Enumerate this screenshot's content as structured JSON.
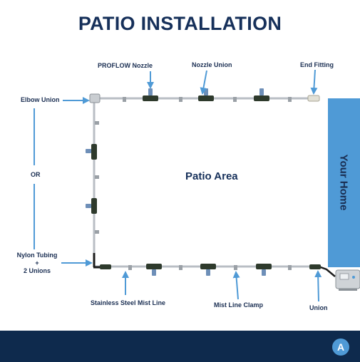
{
  "title": "PATIO INSTALLATION",
  "labels": {
    "proflow_nozzle": "PROFLOW Nozzle",
    "nozzle_union": "Nozzle Union",
    "end_fitting": "End Fitting",
    "elbow_union": "Elbow Union",
    "or": "OR",
    "nylon_line1": "Nylon Tubing",
    "nylon_line2": "+",
    "nylon_line3": "2 Unions",
    "stainless": "Stainless Steel Mist Line",
    "clamp": "Mist Line Clamp",
    "union": "Union"
  },
  "patio_area": "Patio Area",
  "home": "Your Home",
  "logo_letter": "A",
  "colors": {
    "title": "#16305a",
    "accent_blue": "#4f9ad6",
    "footer": "#0e2a4d",
    "pipe": "#b9bec4",
    "fitting_dark": "#2e3a2c"
  }
}
